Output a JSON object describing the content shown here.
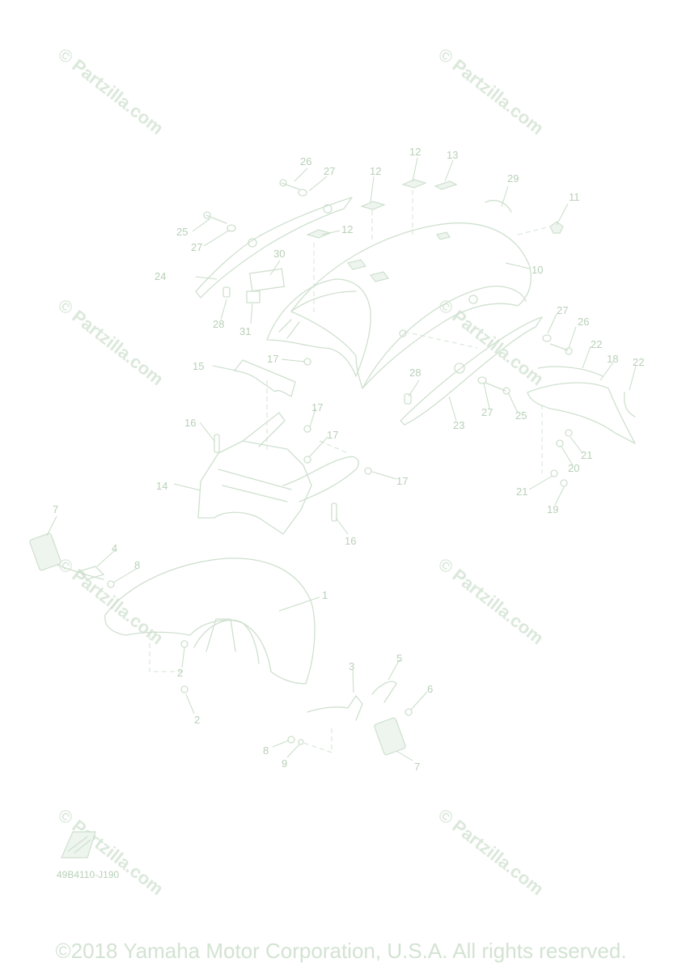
{
  "watermark_text": "© Partzilla.com",
  "drawing_code": "49B4110-J190",
  "copyright": "©2018 Yamaha Motor Corporation, U.S.A. All rights reserved.",
  "callouts": [
    {
      "id": "c1",
      "label": "1"
    },
    {
      "id": "c2a",
      "label": "2"
    },
    {
      "id": "c2b",
      "label": "2"
    },
    {
      "id": "c3",
      "label": "3"
    },
    {
      "id": "c4",
      "label": "4"
    },
    {
      "id": "c5",
      "label": "5"
    },
    {
      "id": "c6",
      "label": "6"
    },
    {
      "id": "c7a",
      "label": "7"
    },
    {
      "id": "c7b",
      "label": "7"
    },
    {
      "id": "c8a",
      "label": "8"
    },
    {
      "id": "c8b",
      "label": "8"
    },
    {
      "id": "c9",
      "label": "9"
    },
    {
      "id": "c10",
      "label": "10"
    },
    {
      "id": "c11",
      "label": "11"
    },
    {
      "id": "c12a",
      "label": "12"
    },
    {
      "id": "c12b",
      "label": "12"
    },
    {
      "id": "c12c",
      "label": "12"
    },
    {
      "id": "c13",
      "label": "13"
    },
    {
      "id": "c14",
      "label": "14"
    },
    {
      "id": "c15",
      "label": "15"
    },
    {
      "id": "c16a",
      "label": "16"
    },
    {
      "id": "c16b",
      "label": "16"
    },
    {
      "id": "c17a",
      "label": "17"
    },
    {
      "id": "c17b",
      "label": "17"
    },
    {
      "id": "c17c",
      "label": "17"
    },
    {
      "id": "c17d",
      "label": "17"
    },
    {
      "id": "c18",
      "label": "18"
    },
    {
      "id": "c19",
      "label": "19"
    },
    {
      "id": "c20",
      "label": "20"
    },
    {
      "id": "c21a",
      "label": "21"
    },
    {
      "id": "c21b",
      "label": "21"
    },
    {
      "id": "c22a",
      "label": "22"
    },
    {
      "id": "c22b",
      "label": "22"
    },
    {
      "id": "c23",
      "label": "23"
    },
    {
      "id": "c24",
      "label": "24"
    },
    {
      "id": "c25a",
      "label": "25"
    },
    {
      "id": "c25b",
      "label": "25"
    },
    {
      "id": "c26a",
      "label": "26"
    },
    {
      "id": "c26b",
      "label": "26"
    },
    {
      "id": "c27a",
      "label": "27"
    },
    {
      "id": "c27b",
      "label": "27"
    },
    {
      "id": "c27c",
      "label": "27"
    },
    {
      "id": "c28a",
      "label": "28"
    },
    {
      "id": "c28b",
      "label": "28"
    },
    {
      "id": "c29",
      "label": "29"
    },
    {
      "id": "c30",
      "label": "30"
    },
    {
      "id": "c31",
      "label": "31"
    }
  ]
}
